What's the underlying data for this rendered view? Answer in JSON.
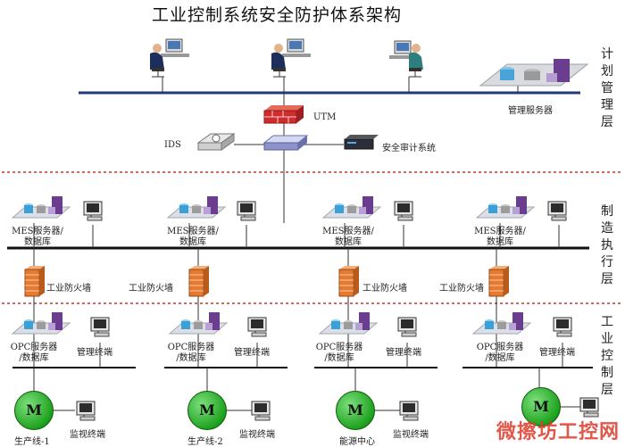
{
  "title": "工业控制系统安全防护体系架构",
  "layers": {
    "plan": "计划管理层",
    "exec": "制造执行层",
    "ctrl": "工业控制层"
  },
  "plan": {
    "utm": "UTM",
    "ids": "IDS",
    "audit": "安全审计系统",
    "mgmt_server": "管理服务器"
  },
  "exec": {
    "mes_label_1": "MES服务器/",
    "mes_label_2": "数据库",
    "firewall": "工业防火墙"
  },
  "ctrl": {
    "opc_label_1": "OPC服务器",
    "opc_label_2": "/数据库",
    "mgmt_terminal": "管理终端",
    "monitor_terminal": "监视终端",
    "motor_letter": "M",
    "lines": [
      "生产线-1",
      "生产线-2",
      "能源中心"
    ]
  },
  "watermark": "微擦坊工控网"
}
